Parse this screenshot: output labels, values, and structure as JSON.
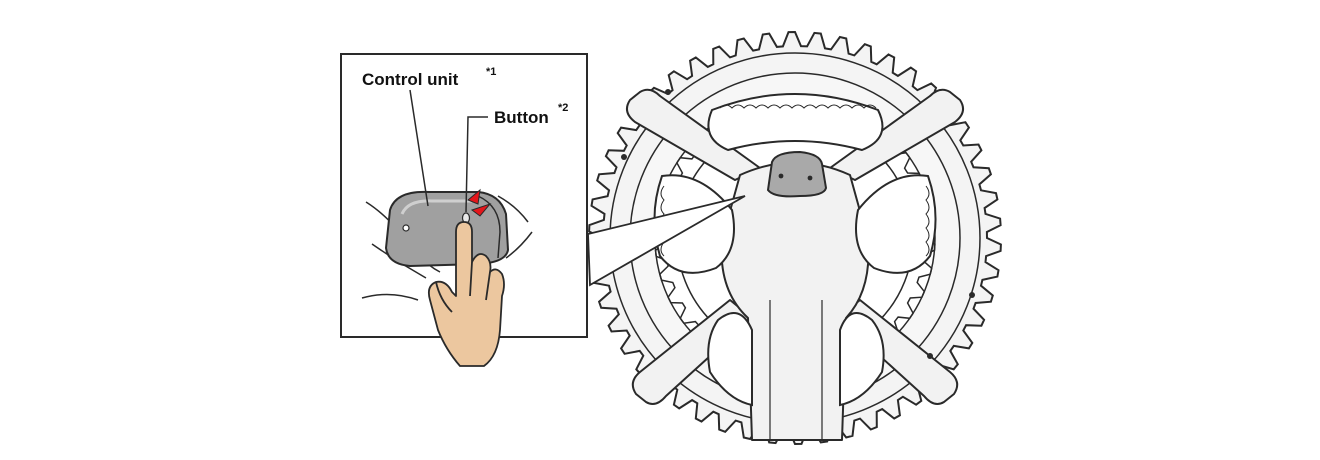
{
  "labels": {
    "control_unit": "Control unit",
    "control_unit_note": "*1",
    "button": "Button",
    "button_note": "*2"
  },
  "colors": {
    "outline": "#2a2a2a",
    "skin": "#ecc79f",
    "press_marker": "#e3161b",
    "unit_fill": "#a0a0a0",
    "ring_fill": "#f4f4f4"
  },
  "icons": {
    "hand": "pointing-finger-icon",
    "press": "press-arrows-icon",
    "chainring": "chainring-icon"
  }
}
